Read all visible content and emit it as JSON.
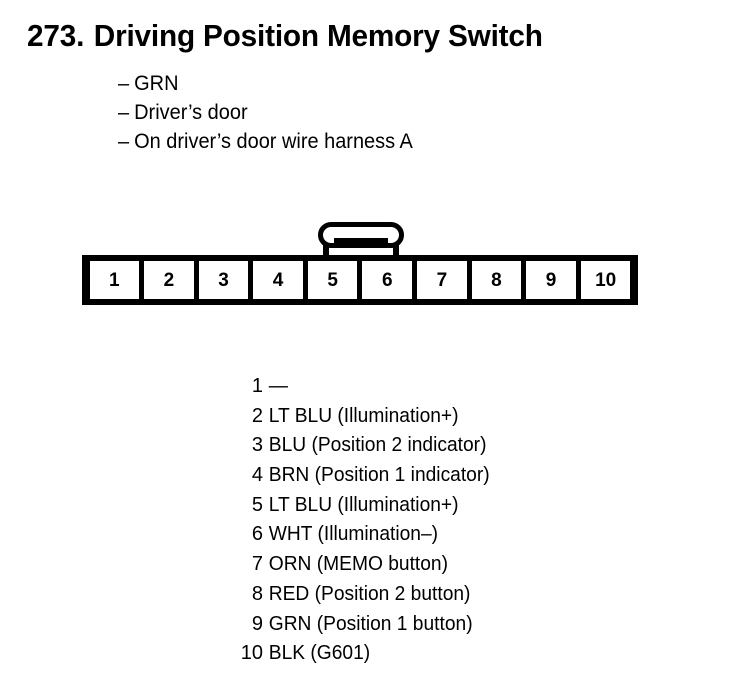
{
  "header": {
    "number": "273.",
    "title": "Driving Position Memory Switch"
  },
  "notes": [
    {
      "dash": "–",
      "text": "GRN"
    },
    {
      "dash": "–",
      "text": "Driver’s door"
    },
    {
      "dash": "–",
      "text": "On driver’s door wire harness A"
    }
  ],
  "connector": {
    "pin_count": 10,
    "latch_position": "top-center",
    "pins": [
      {
        "number": "1"
      },
      {
        "number": "2"
      },
      {
        "number": "3"
      },
      {
        "number": "4"
      },
      {
        "number": "5"
      },
      {
        "number": "6"
      },
      {
        "number": "7"
      },
      {
        "number": "8"
      },
      {
        "number": "9"
      },
      {
        "number": "10"
      }
    ]
  },
  "legend": {
    "rows": [
      {
        "num": "1",
        "desc": "—"
      },
      {
        "num": "2",
        "desc": "LT BLU (Illumination+)"
      },
      {
        "num": "3",
        "desc": "BLU (Position 2 indicator)"
      },
      {
        "num": "4",
        "desc": "BRN (Position 1 indicator)"
      },
      {
        "num": "5",
        "desc": "LT BLU (Illumination+)"
      },
      {
        "num": "6",
        "desc": "WHT (Illumination–)"
      },
      {
        "num": "7",
        "desc": "ORN (MEMO button)"
      },
      {
        "num": "8",
        "desc": "RED (Position 2 button)"
      },
      {
        "num": "9",
        "desc": "GRN (Position 1 button)"
      },
      {
        "num": "10",
        "desc": "BLK (G601)"
      }
    ]
  },
  "colors": {
    "ink": "#000000",
    "background": "#ffffff"
  }
}
